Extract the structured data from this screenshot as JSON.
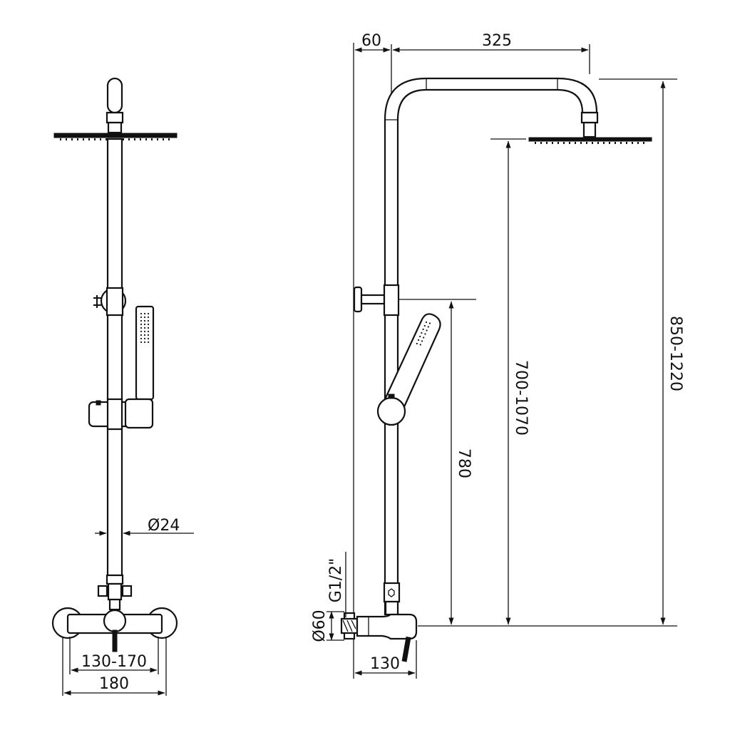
{
  "front_view": {
    "dimensions": {
      "pipe_diameter": "Ø24",
      "spacing_range": "130-170",
      "total_width": "180"
    }
  },
  "side_view": {
    "dimensions": {
      "wall_offset": "60",
      "arm_length": "325",
      "head_height_range": "700-1070",
      "holder_height": "780",
      "total_height_range": "850-1220",
      "thread_size": "G1/2\"",
      "flange_diameter": "Ø60",
      "mixer_depth": "130"
    }
  },
  "colors": {
    "line": "#111111",
    "background": "#ffffff"
  }
}
